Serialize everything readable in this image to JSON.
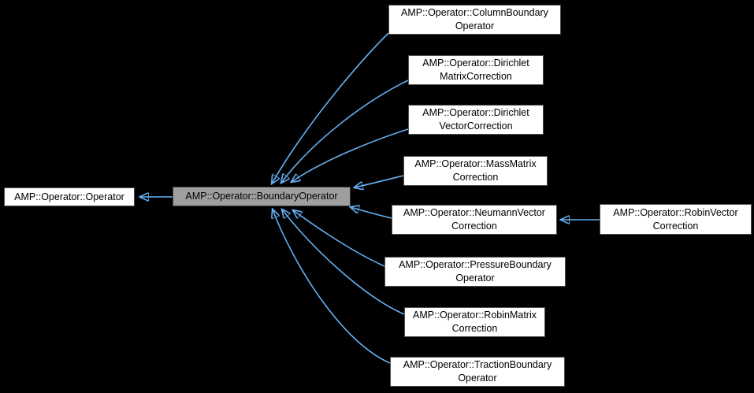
{
  "diagram": {
    "type": "class-inheritance-graph",
    "background_color": "#000000",
    "edge_color": "#63b0f2",
    "node_fill_color": "#ffffff",
    "node_border_color": "#4e4e4e",
    "highlight_node_fill_color": "#9f9f9f",
    "text_color": "#000000",
    "nodes": [
      {
        "id": "operator",
        "line1": "AMP::Operator::Operator"
      },
      {
        "id": "boundary-operator",
        "line1": "AMP::Operator::BoundaryOperator",
        "highlighted": true
      },
      {
        "id": "column-boundary-operator",
        "line1": "AMP::Operator::ColumnBoundary",
        "line2": "Operator"
      },
      {
        "id": "dirichlet-matrix-correction",
        "line1": "AMP::Operator::Dirichlet",
        "line2": "MatrixCorrection"
      },
      {
        "id": "dirichlet-vector-correction",
        "line1": "AMP::Operator::Dirichlet",
        "line2": "VectorCorrection"
      },
      {
        "id": "mass-matrix-correction",
        "line1": "AMP::Operator::MassMatrix",
        "line2": "Correction"
      },
      {
        "id": "neumann-vector-correction",
        "line1": "AMP::Operator::NeumannVector",
        "line2": "Correction"
      },
      {
        "id": "pressure-boundary-operator",
        "line1": "AMP::Operator::PressureBoundary",
        "line2": "Operator"
      },
      {
        "id": "robin-matrix-correction",
        "line1": "AMP::Operator::RobinMatrix",
        "line2": "Correction"
      },
      {
        "id": "traction-boundary-operator",
        "line1": "AMP::Operator::TractionBoundary",
        "line2": "Operator"
      },
      {
        "id": "robin-vector-correction",
        "line1": "AMP::Operator::RobinVector",
        "line2": "Correction"
      }
    ],
    "edges": [
      {
        "from": "AMP::Operator::BoundaryOperator",
        "to": "AMP::Operator::Operator",
        "relation": "inherits"
      },
      {
        "from": "AMP::Operator::ColumnBoundaryOperator",
        "to": "AMP::Operator::BoundaryOperator",
        "relation": "inherits"
      },
      {
        "from": "AMP::Operator::DirichletMatrixCorrection",
        "to": "AMP::Operator::BoundaryOperator",
        "relation": "inherits"
      },
      {
        "from": "AMP::Operator::DirichletVectorCorrection",
        "to": "AMP::Operator::BoundaryOperator",
        "relation": "inherits"
      },
      {
        "from": "AMP::Operator::MassMatrixCorrection",
        "to": "AMP::Operator::BoundaryOperator",
        "relation": "inherits"
      },
      {
        "from": "AMP::Operator::NeumannVectorCorrection",
        "to": "AMP::Operator::BoundaryOperator",
        "relation": "inherits"
      },
      {
        "from": "AMP::Operator::PressureBoundaryOperator",
        "to": "AMP::Operator::BoundaryOperator",
        "relation": "inherits"
      },
      {
        "from": "AMP::Operator::RobinMatrixCorrection",
        "to": "AMP::Operator::BoundaryOperator",
        "relation": "inherits"
      },
      {
        "from": "AMP::Operator::TractionBoundaryOperator",
        "to": "AMP::Operator::BoundaryOperator",
        "relation": "inherits"
      },
      {
        "from": "AMP::Operator::RobinVectorCorrection",
        "to": "AMP::Operator::NeumannVectorCorrection",
        "relation": "inherits"
      }
    ]
  }
}
